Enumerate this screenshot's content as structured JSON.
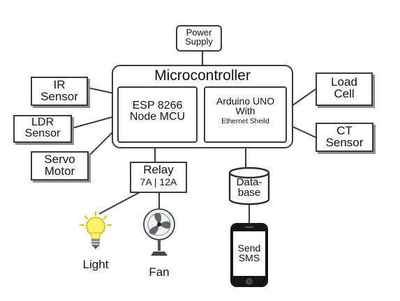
{
  "power_supply": {
    "line1": "Power",
    "line2": "Supply"
  },
  "microcontroller": {
    "title": "Microcontroller"
  },
  "esp": {
    "line1": "ESP 8266",
    "line2": "Node MCU"
  },
  "arduino": {
    "line1": "Arduino UNO",
    "line2": "With",
    "line3": "Ethernet Sheild"
  },
  "ir_sensor": {
    "line1": "IR",
    "line2": "Sensor"
  },
  "ldr_sensor": {
    "line1": "LDR",
    "line2": "Sensor"
  },
  "servo_motor": {
    "line1": "Servo",
    "line2": "Motor"
  },
  "load_cell": {
    "line1": "Load",
    "line2": "Cell"
  },
  "ct_sensor": {
    "line1": "CT",
    "line2": "Sensor"
  },
  "relay": {
    "line1": "Relay",
    "line2": "7A | 12A"
  },
  "database": {
    "line1": "Data-",
    "line2": "base"
  },
  "sms": {
    "line1": "Send",
    "line2": "SMS"
  },
  "light": {
    "label": "Light"
  },
  "fan": {
    "label": "Fan"
  }
}
